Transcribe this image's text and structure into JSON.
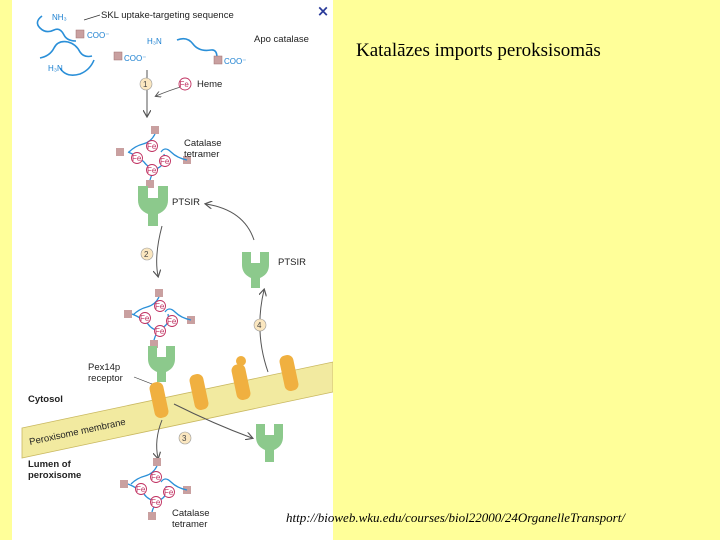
{
  "slide": {
    "title": "Katalāzes imports peroksisomās",
    "source_url": "http://bioweb.wku.edu/courses/biol22000/24OrganelleTransport/",
    "background_color": "#ffff99",
    "close_icon": "×"
  },
  "figure": {
    "labels": {
      "skl_sequence": "SKL uptake-targeting sequence",
      "apo_catalase": "Apo catalase",
      "heme": "Heme",
      "catalase_tetramer_1": "Catalase",
      "catalase_tetramer_2": "tetramer",
      "ptsir_bound": "PTSIR",
      "ptsir_free": "PTSIR",
      "pex14p_1": "Pex14p",
      "pex14p_2": "receptor",
      "cytosol": "Cytosol",
      "peroxisome_membrane": "Peroxisome membrane",
      "lumen_1": "Lumen of",
      "lumen_2": "peroxisome",
      "catalase_tetramer_lumen_1": "Catalase",
      "catalase_tetramer_lumen_2": "tetramer"
    },
    "chemistry": {
      "nh3": "NH₃",
      "coo_1": "COO⁻",
      "h3n_1": "H₃N",
      "coo_2": "COO⁻",
      "h3n_2": "H₃N",
      "coo_3": "COO⁻",
      "fe": "Fe"
    },
    "steps": [
      "1",
      "2",
      "3",
      "4"
    ],
    "colors": {
      "protein_chain": "#2a8fd8",
      "skl_tag": "#c9a0a0",
      "receptor": "#8cc98c",
      "membrane": "#f2eaa0",
      "membrane_channel": "#f0b040",
      "heme": "#c03060",
      "arrow": "#555555"
    }
  }
}
